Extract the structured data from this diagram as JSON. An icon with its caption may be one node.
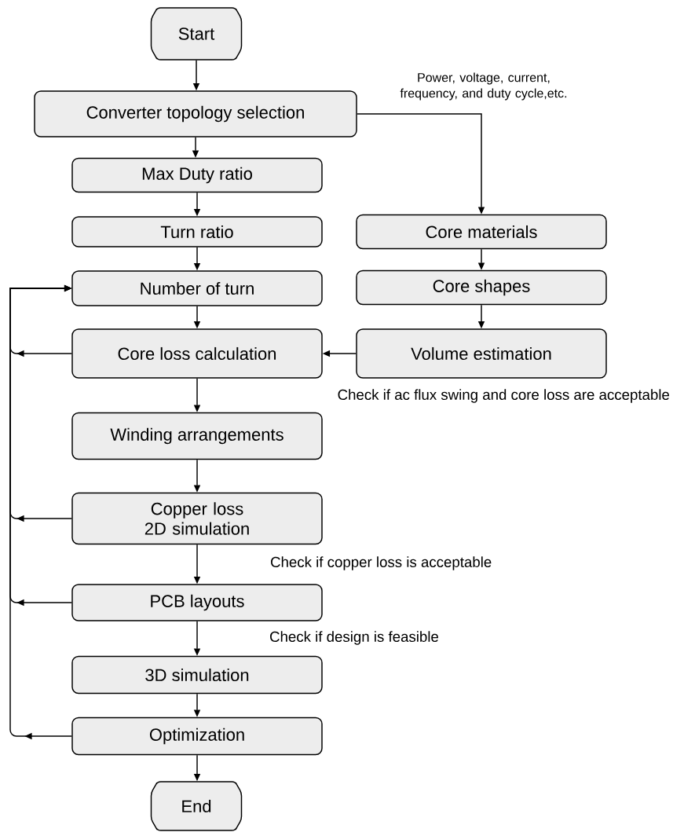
{
  "diagram": {
    "nodes": [
      {
        "text": [
          "Start"
        ]
      },
      {
        "text": [
          "Converter topology selection"
        ]
      },
      {
        "text": [
          "Max Duty ratio"
        ]
      },
      {
        "text": [
          "Turn ratio"
        ]
      },
      {
        "text": [
          "Core materials"
        ]
      },
      {
        "text": [
          "Number of turn"
        ]
      },
      {
        "text": [
          "Core shapes"
        ]
      },
      {
        "text": [
          "Core loss calculation"
        ]
      },
      {
        "text": [
          "Volume estimation"
        ]
      },
      {
        "text": [
          "Winding arrangements"
        ]
      },
      {
        "text": [
          "Copper loss 2D simulation"
        ]
      },
      {
        "text": [
          "PCB layouts"
        ]
      },
      {
        "text": [
          "3D simulation"
        ]
      },
      {
        "text": [
          "Optimization"
        ]
      },
      {
        "text": [
          "End"
        ]
      }
    ],
    "edges": [
      {
        "from": 0,
        "to": 1,
        "arrow": "to"
      },
      {
        "from": 1,
        "to": 2,
        "arrow": "to"
      },
      {
        "from": 1,
        "to": 4,
        "arrow": "to",
        "label": "Power, voltage, current, frequency, and duty cycle,etc."
      },
      {
        "from": 2,
        "to": 3,
        "arrow": "to"
      },
      {
        "from": 3,
        "to": 5,
        "arrow": "to"
      },
      {
        "from": 4,
        "to": 6,
        "arrow": "to"
      },
      {
        "from": 5,
        "to": 7,
        "arrow": "to"
      },
      {
        "from": 6,
        "to": 8,
        "arrow": "to"
      },
      {
        "from": 8,
        "to": 7,
        "arrow": "to"
      },
      {
        "from": 7,
        "to": 9,
        "arrow": "to"
      },
      {
        "from": 9,
        "to": 10,
        "arrow": "to"
      },
      {
        "from": 10,
        "to": 11,
        "arrow": "to"
      },
      {
        "from": 11,
        "to": 12,
        "arrow": "to"
      },
      {
        "from": 12,
        "to": 13,
        "arrow": "to"
      },
      {
        "from": 13,
        "to": 14,
        "arrow": "to"
      },
      {
        "from": 7,
        "to": 5,
        "arrow": "to"
      },
      {
        "from": 10,
        "to": 5,
        "arrow": "to"
      },
      {
        "from": 11,
        "to": 5,
        "arrow": "to"
      },
      {
        "from": 13,
        "to": 5,
        "arrow": "to"
      }
    ],
    "labels": [
      "Check if ac flux swing and core loss are acceptable",
      "Check if copper loss is acceptable",
      "Check if design is feasible"
    ]
  }
}
